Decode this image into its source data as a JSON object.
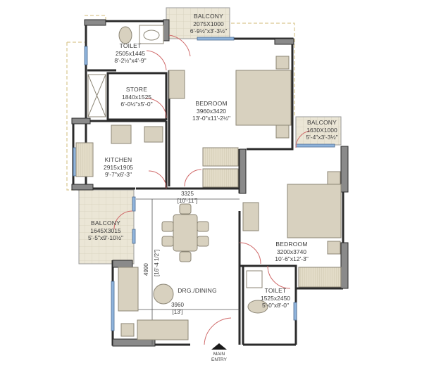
{
  "plan": {
    "colors": {
      "wall": "#2b2b2b",
      "column": "#8a8a8a",
      "furniture": "#d8d1bf",
      "furniture_stroke": "#8c8676",
      "balcony_fill": "#ebe6d6",
      "balcony_grid": "#d6d0bc",
      "window": "#8fb4dc",
      "door_arc": "#d06a6a",
      "dashed_outline": "#d9c790"
    },
    "rooms": {
      "balcony_top": {
        "name": "BALCONY",
        "metric": "2075X1000",
        "imperial": "6'-9½\"x3'-3½\""
      },
      "toilet_top": {
        "name": "TOILET",
        "metric": "2505x1445",
        "imperial": "8'-2½\"x4'-9\""
      },
      "store": {
        "name": "STORE",
        "metric": "1840x1525",
        "imperial": "6'-0½\"x5'-0\""
      },
      "bedroom_1": {
        "name": "BEDROOM",
        "metric": "3960x3420",
        "imperial": "13'-0\"x11'-2½\""
      },
      "balcony_right": {
        "name": "BALCONY",
        "metric": "1630X1000",
        "imperial": "5'-4\"x3'-3½\""
      },
      "kitchen": {
        "name": "KITCHEN",
        "metric": "2915x1905",
        "imperial": "9'-7\"x6'-3\""
      },
      "balcony_left": {
        "name": "BALCONY",
        "metric": "1645X3015",
        "imperial": "5'-5\"x9'-10½\""
      },
      "bedroom_2": {
        "name": "BEDROOM",
        "metric": "3200x3740",
        "imperial": "10'-6\"x12'-3\""
      },
      "drg_dining": {
        "name": "DRG./DINING"
      },
      "toilet_bottom": {
        "name": "TOILET",
        "metric": "1525x2450",
        "imperial": "5'-0\"x8'-0\""
      }
    },
    "dimensions": {
      "dining_width_metric": "3325",
      "dining_width_imperial": "[10'-11\"]",
      "living_width_metric": "3960",
      "living_width_imperial": "[13']",
      "living_depth_metric": "4990",
      "living_depth_imperial": "[16'-4 1/2\"]"
    },
    "entry": {
      "line1": "MAIN",
      "line2": "ENTRY"
    }
  }
}
